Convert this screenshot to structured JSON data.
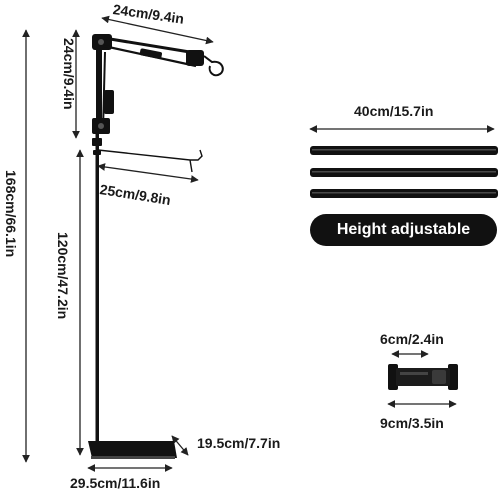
{
  "labels": {
    "arm_length": "24cm/9.4in",
    "arm_height": "24cm/9.4in",
    "total_height": "168cm/66.1in",
    "pole_height": "120cm/47.2in",
    "holder_arm": "25cm/9.8in",
    "base_depth": "19.5cm/7.7in",
    "base_width": "29.5cm/11.6in",
    "rod_length": "40cm/15.7in",
    "clamp_min": "6cm/2.4in",
    "clamp_max": "9cm/3.5in"
  },
  "badge": {
    "text": "Height adjustable"
  },
  "colors": {
    "product": "#111111",
    "dimension_lines": "#222222",
    "background": "#ffffff"
  }
}
